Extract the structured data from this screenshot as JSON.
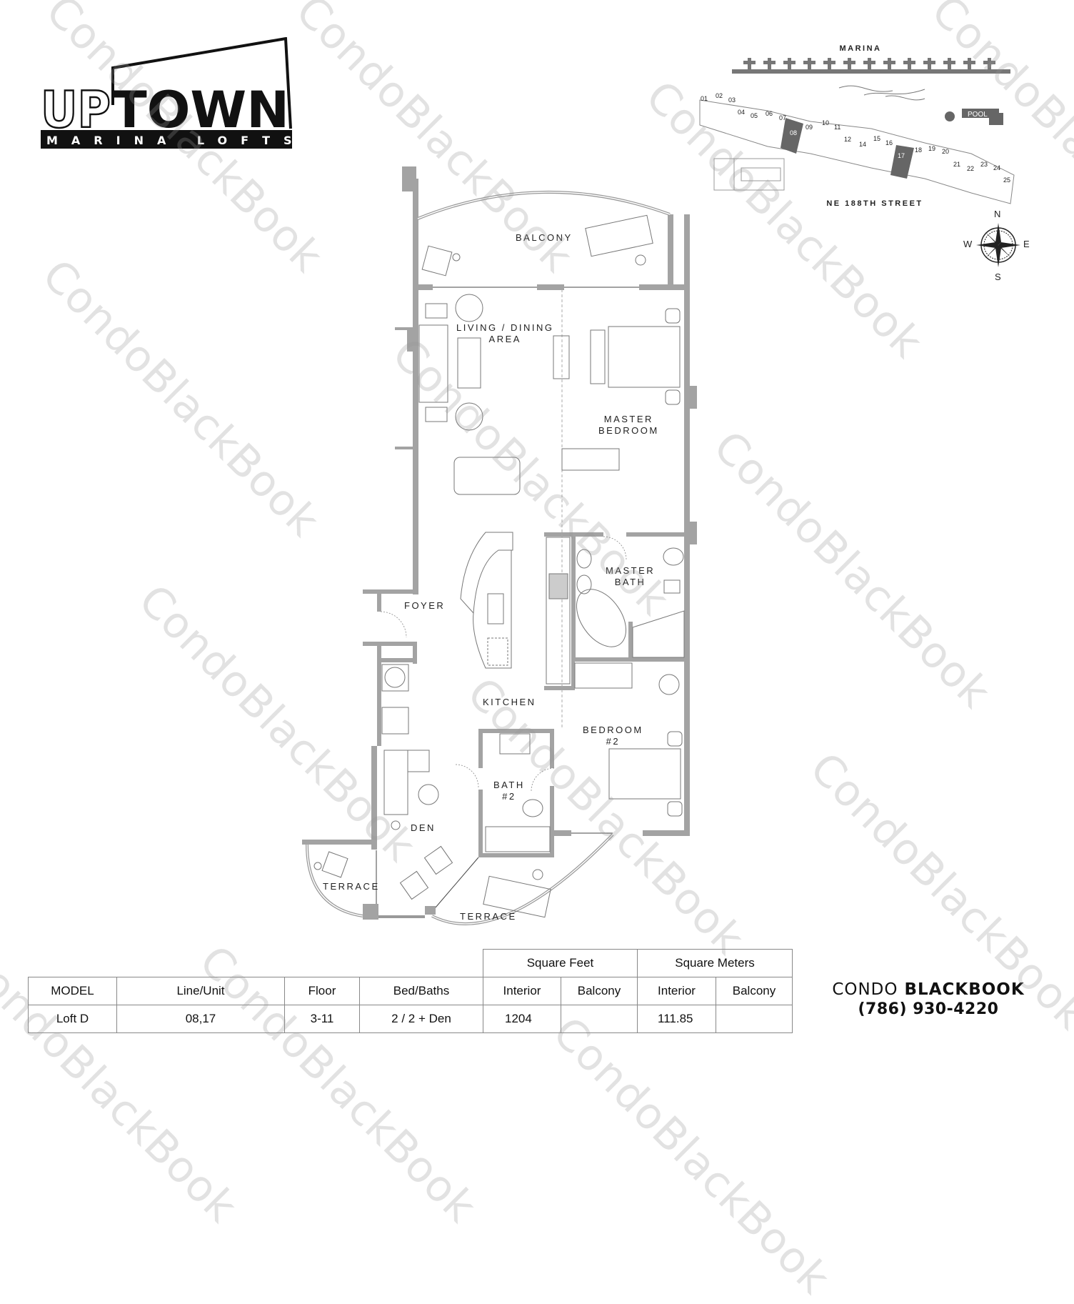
{
  "logo": {
    "title_outline": "UP",
    "title_solid": "TOWN",
    "subtitle": "MARINA LOFTS"
  },
  "site_map": {
    "marina_label": "MARINA",
    "street_label": "NE 188TH STREET",
    "pool_label": "POOL",
    "units": [
      "01",
      "02",
      "03",
      "04",
      "05",
      "06",
      "07",
      "08",
      "09",
      "10",
      "11",
      "12",
      "14",
      "15",
      "16",
      "17",
      "18",
      "19",
      "20",
      "21",
      "22",
      "23",
      "24",
      "25"
    ],
    "highlighted_units": [
      "08",
      "17"
    ],
    "highlight_color": "#666666"
  },
  "compass": {
    "north": "N",
    "south": "S",
    "east": "E",
    "west": "W"
  },
  "floor_plan": {
    "wall_color": "#a3a3a3",
    "rooms": {
      "balcony": "BALCONY",
      "living_dining": [
        "LIVING / DINING",
        "AREA"
      ],
      "master_bedroom": [
        "MASTER",
        "BEDROOM"
      ],
      "master_bath": [
        "MASTER",
        "BATH"
      ],
      "foyer": "FOYER",
      "kitchen": "KITCHEN",
      "bedroom2": [
        "BEDROOM",
        "#2"
      ],
      "bath2": [
        "BATH",
        "#2"
      ],
      "den": "DEN",
      "terrace_left": "TERRACE",
      "terrace_right": "TERRACE"
    }
  },
  "spec_table": {
    "group_headers": {
      "sqft": "Square Feet",
      "sqm": "Square Meters"
    },
    "columns": [
      "MODEL",
      "Line/Unit",
      "Floor",
      "Bed/Baths",
      "Interior",
      "Balcony",
      "Interior",
      "Balcony"
    ],
    "rows": [
      [
        "Loft D",
        "08,17",
        "3-11",
        "2 / 2 + Den",
        "1204",
        "",
        "111.85",
        ""
      ]
    ]
  },
  "contact": {
    "brand_light": "CONDO",
    "brand_bold": "BLACKBOOK",
    "phone": "(786) 930-4220"
  },
  "watermark": {
    "text": "CondoBlackBook"
  }
}
